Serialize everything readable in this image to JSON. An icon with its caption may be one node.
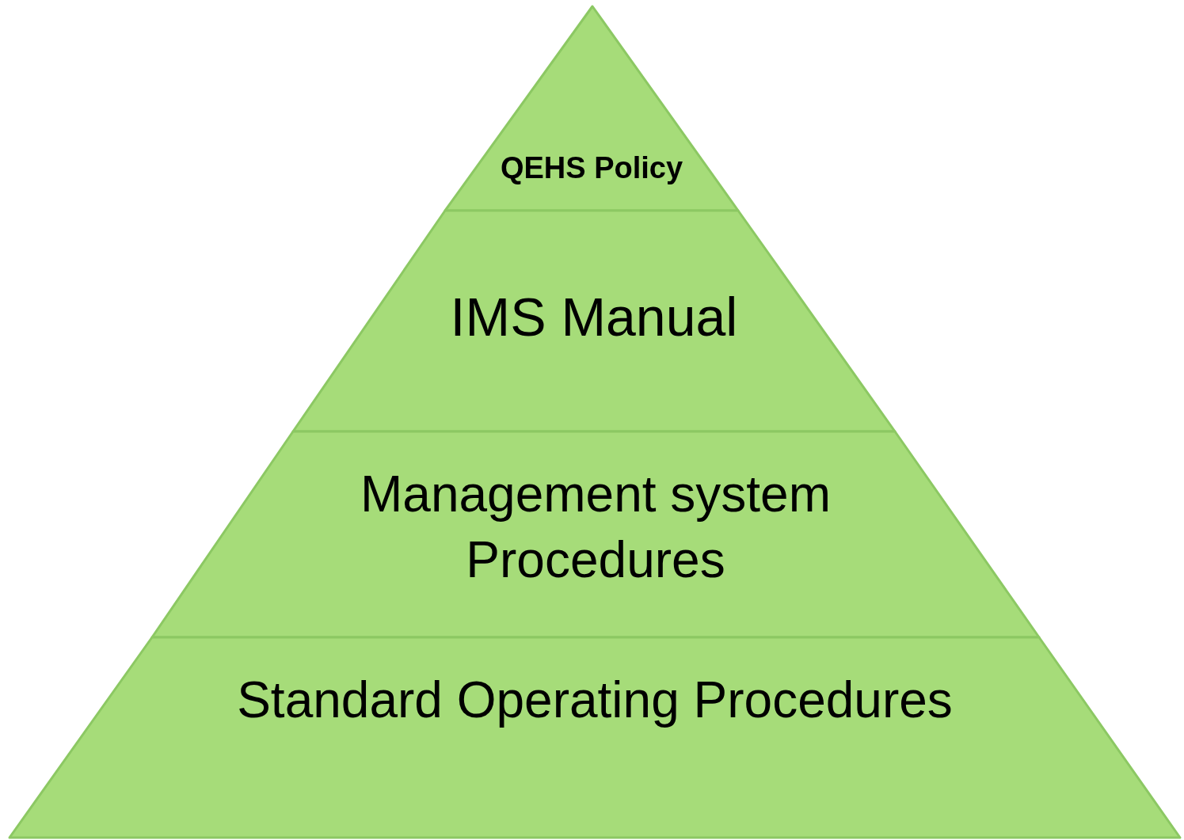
{
  "diagram": {
    "nodes": [
      {
        "text": [
          "QEHS Policy"
        ]
      },
      {
        "text": [
          "IMS Manual"
        ]
      },
      {
        "text": [
          "Management system Procedures"
        ]
      },
      {
        "text": [
          "Standard Operating Procedures"
        ]
      }
    ]
  }
}
